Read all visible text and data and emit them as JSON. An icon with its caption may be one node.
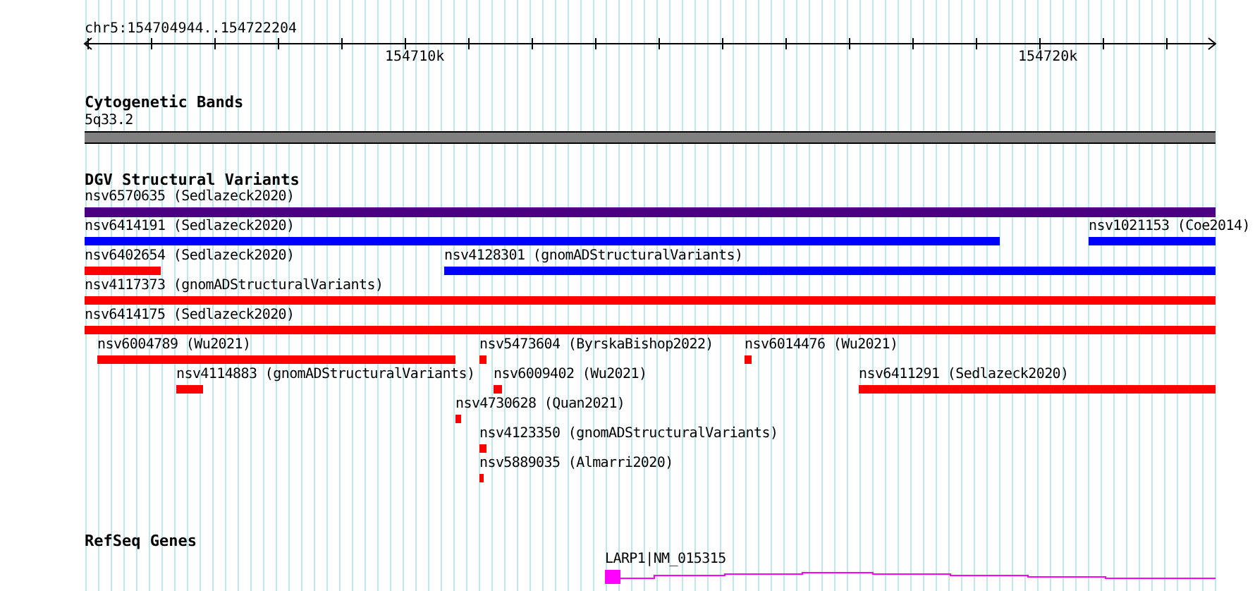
{
  "diagram": {
    "nodes": [
      {
        "text": [
          "5q33.2"
        ]
      },
      {
        "text": [
          "nsv6570635 (Sedlazeck2020)"
        ]
      },
      {
        "text": [
          "nsv6414191 (Sedlazeck2020)"
        ]
      },
      {
        "text": [
          "nsv1021153 (Coe2014)"
        ]
      },
      {
        "text": [
          "nsv6402654 (Sedlazeck2020)"
        ]
      },
      {
        "text": [
          "nsv4128301 (gnomADStructuralVariants)"
        ]
      },
      {
        "text": [
          "nsv4117373 (gnomADStructuralVariants)"
        ]
      },
      {
        "text": [
          "nsv6414175 (Sedlazeck2020)"
        ]
      },
      {
        "text": [
          "nsv6004789 (Wu2021)"
        ]
      },
      {
        "text": [
          "nsv5473604 (ByrskaBishop2022)"
        ]
      },
      {
        "text": [
          "nsv6014476 (Wu2021)"
        ]
      },
      {
        "text": [
          "nsv4114883 (gnomADStructuralVariants)"
        ]
      },
      {
        "text": [
          "nsv6009402 (Wu2021)"
        ]
      },
      {
        "text": [
          "nsv6411291 (Sedlazeck2020)"
        ]
      },
      {
        "text": [
          "nsv4730628 (Quan2021)"
        ]
      },
      {
        "text": [
          "nsv4123350 (gnomADStructuralVariants)"
        ]
      },
      {
        "text": [
          "nsv5889035 (Almarri2020)"
        ]
      },
      {
        "text": [
          "LARP1|NM_015315"
        ]
      }
    ],
    "labels": [
      "chr5:154704944..154722204",
      "154710k",
      "154720k",
      "Cytogenetic Bands",
      "DGV Structural Variants",
      "RefSeq Genes"
    ]
  }
}
